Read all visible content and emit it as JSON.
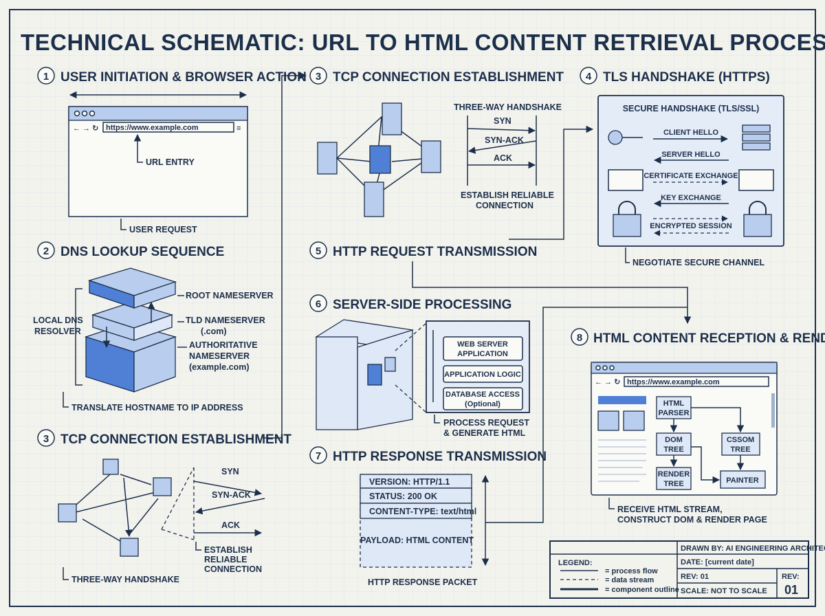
{
  "title": "TECHNICAL SCHEMATIC: URL TO HTML CONTENT RETRIEVAL PROCESS",
  "colors": {
    "ink": "#1c2f4a",
    "accent": "#4f80d6",
    "fill": "#b9cdee",
    "panel": "#e4ecf8",
    "paper": "#f3f3ee",
    "grid": "#d9e2ea"
  },
  "s1": {
    "num": "1",
    "label": "USER INITIATION & BROWSER ACTION",
    "url": "https://www.example.com",
    "url_entry": "URL ENTRY",
    "user_request": "USER REQUEST"
  },
  "s2": {
    "num": "2",
    "label": "DNS LOOKUP SEQUENCE",
    "local1": "LOCAL DNS",
    "local2": "RESOLVER",
    "root": "ROOT NAMESERVER",
    "tld": "TLD NAMESERVER",
    "tld2": "(.com)",
    "auth1": "AUTHORITATIVE",
    "auth2": "NAMESERVER",
    "auth3": "(example.com)",
    "note": "TRANSLATE HOSTNAME TO IP ADDRESS"
  },
  "s3a": {
    "num": "3",
    "label": "TCP CONNECTION ESTABLISHMENT",
    "syn": "SYN",
    "synack": "SYN-ACK",
    "ack": "ACK",
    "est1": "ESTABLISH",
    "est2": "RELIABLE",
    "est3": "CONNECTION",
    "note": "THREE-WAY HANDSHAKE"
  },
  "s3b": {
    "num": "3",
    "label": "TCP CONNECTION ESTABLISHMENT",
    "heading": "THREE-WAY HANDSHAKE",
    "syn": "SYN",
    "synack": "SYN-ACK",
    "ack": "ACK",
    "est1": "ESTABLISH RELIABLE",
    "est2": "CONNECTION"
  },
  "s4": {
    "num": "4",
    "label": "TLS HANDSHAKE (HTTPS)",
    "heading": "SECURE HANDSHAKE (TLS/SSL)",
    "client_hello": "CLIENT HELLO",
    "server_hello": "SERVER HELLO",
    "cert": "CERTIFICATE EXCHANGE",
    "key": "KEY EXCHANGE",
    "session": "ENCRYPTED SESSION",
    "note": "NEGOTIATE SECURE CHANNEL"
  },
  "s5": {
    "num": "5",
    "label": "HTTP REQUEST TRANSMISSION"
  },
  "s6": {
    "num": "6",
    "label": "SERVER-SIDE PROCESSING",
    "web1": "WEB SERVER",
    "web2": "APPLICATION",
    "logic": "APPLICATION LOGIC",
    "db1": "DATABASE ACCESS",
    "db2": "(Optional)",
    "note1": "PROCESS REQUEST",
    "note2": "& GENERATE HTML"
  },
  "s7": {
    "num": "7",
    "label": "HTTP RESPONSE TRANSMISSION",
    "version": "VERSION: HTTP/1.1",
    "status": "STATUS: 200 OK",
    "ctype": "CONTENT-TYPE: text/html",
    "payload": "PAYLOAD: HTML CONTENT",
    "caption": "HTTP RESPONSE PACKET"
  },
  "s8": {
    "num": "8",
    "label": "HTML CONTENT RECEPTION & RENDER",
    "url": "https://www.example.com",
    "parser1": "HTML",
    "parser2": "PARSER",
    "dom1": "DOM",
    "dom2": "TREE",
    "cssom1": "CSSOM",
    "cssom2": "TREE",
    "render1": "RENDER",
    "render2": "TREE",
    "painter": "PAINTER",
    "note1": "RECEIVE HTML STREAM,",
    "note2": "CONSTRUCT DOM & RENDER PAGE"
  },
  "titleblock": {
    "legend": "LEGEND:",
    "process": "= process flow",
    "data": "= data stream",
    "component": "= component outline",
    "drawn": "DRAWN BY: AI ENGINEERING ARCHITECT",
    "date": "DATE: [current date]",
    "rev": "REV: 01",
    "scale": "SCALE: NOT TO SCALE",
    "rev_label": "REV:",
    "rev_num": "01"
  }
}
